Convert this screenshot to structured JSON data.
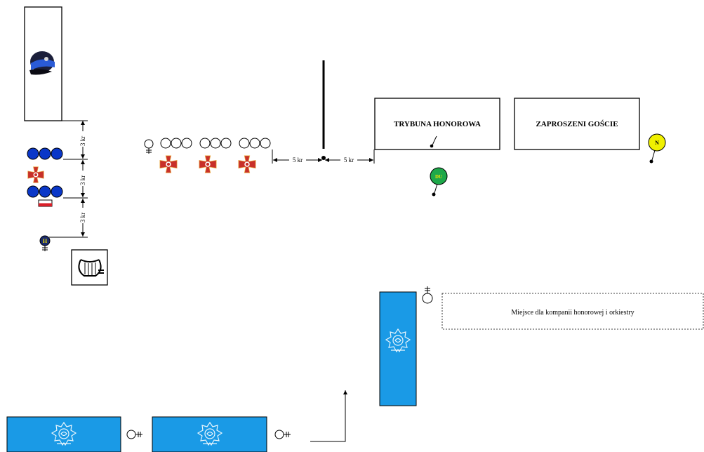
{
  "stands": {
    "honor_tribune_label": "TRYBUNA HONOROWA",
    "guests_label": "ZAPROSZENI GOŚCIE"
  },
  "markers": {
    "du_label": "DU",
    "n_label": "N",
    "h_label": "H"
  },
  "distances": {
    "three_steps": "3 kr",
    "five_steps": "5 kr"
  },
  "zones": {
    "company_orchestra_label": "Miejsce dla kompanii honorowej i orkiestry"
  },
  "colors": {
    "police_blue": "#1a9ae6",
    "soldier_blue": "#0a37c8",
    "du_green": "#1ea84a",
    "n_yellow": "#f0f000",
    "h_navy": "#1a2a6c",
    "flag_red": "#d9202a",
    "cross_red": "#c8302a"
  },
  "icons": {
    "cap": "police-cap-icon",
    "lyre": "lyre-icon",
    "emblem": "police-emblem-icon",
    "cross": "cross-banner-icon"
  }
}
